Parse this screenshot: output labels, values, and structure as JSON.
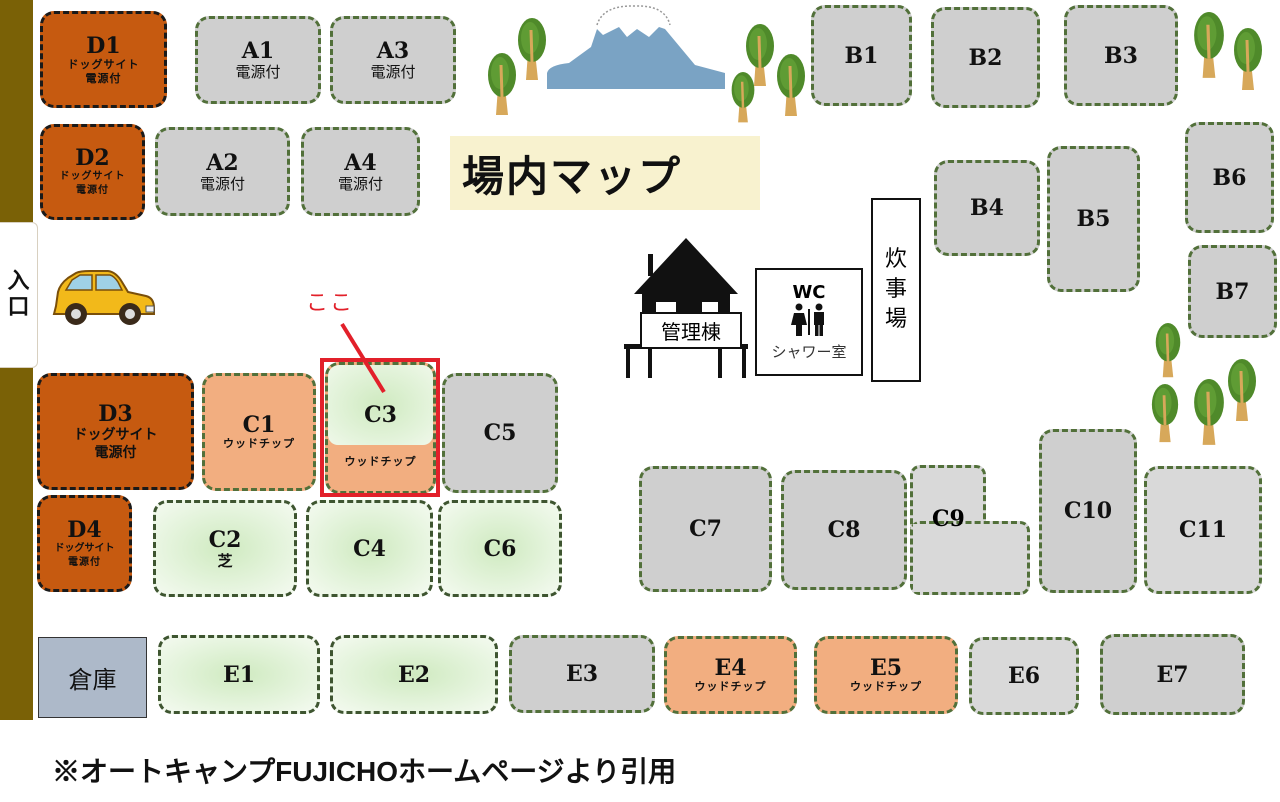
{
  "map": {
    "title": "場内マップ",
    "entrance_label_1": "入",
    "entrance_label_2": "口",
    "source_note": "※オートキャンプFUJICHOホームページより引用",
    "marker_label": "ここ",
    "highlighted_site": "C3",
    "colors": {
      "road": "#7a6106",
      "dog_site": "#c65a10",
      "wood_chip": "#f2ae80",
      "grass": "#cfeac0",
      "standard": "#cfcfcf",
      "border_green": "#52703a",
      "highlight": "#e2202a",
      "title_bg": "#f8f2cf",
      "storage": "#adb9c9",
      "mountain": "#7aa3c4"
    }
  },
  "facilities": {
    "office": "管理棟",
    "wc": "WC",
    "shower": "シャワー室",
    "kitchen_1": "炊",
    "kitchen_2": "事",
    "kitchen_3": "場",
    "storage": "倉庫"
  },
  "sites": {
    "D1": {
      "id": "D1",
      "line1": "ドッグサイト",
      "line2": "電源付"
    },
    "D2": {
      "id": "D2",
      "line1": "ドッグサイト",
      "line2": "電源付"
    },
    "D3": {
      "id": "D3",
      "line1": "ドッグサイト",
      "line2": "電源付"
    },
    "D4": {
      "id": "D4",
      "line1": "ドッグサイト",
      "line2": "電源付"
    },
    "A1": {
      "id": "A1",
      "line1": "電源付"
    },
    "A2": {
      "id": "A2",
      "line1": "電源付"
    },
    "A3": {
      "id": "A3",
      "line1": "電源付"
    },
    "A4": {
      "id": "A4",
      "line1": "電源付"
    },
    "B1": {
      "id": "B1"
    },
    "B2": {
      "id": "B2"
    },
    "B3": {
      "id": "B3"
    },
    "B4": {
      "id": "B4"
    },
    "B5": {
      "id": "B5"
    },
    "B6": {
      "id": "B6"
    },
    "B7": {
      "id": "B7"
    },
    "C1": {
      "id": "C1",
      "line1": "ウッドチップ"
    },
    "C2": {
      "id": "C2",
      "line1": "芝"
    },
    "C3": {
      "id": "C3",
      "line1": "ウッドチップ"
    },
    "C4": {
      "id": "C4"
    },
    "C5": {
      "id": "C5"
    },
    "C6": {
      "id": "C6"
    },
    "C7": {
      "id": "C7"
    },
    "C8": {
      "id": "C8"
    },
    "C9": {
      "id": "C9"
    },
    "C10": {
      "id": "C10"
    },
    "C11": {
      "id": "C11"
    },
    "E1": {
      "id": "E1"
    },
    "E2": {
      "id": "E2"
    },
    "E3": {
      "id": "E3"
    },
    "E4": {
      "id": "E4",
      "line1": "ウッドチップ"
    },
    "E5": {
      "id": "E5",
      "line1": "ウッドチップ"
    },
    "E6": {
      "id": "E6"
    },
    "E7": {
      "id": "E7"
    }
  }
}
